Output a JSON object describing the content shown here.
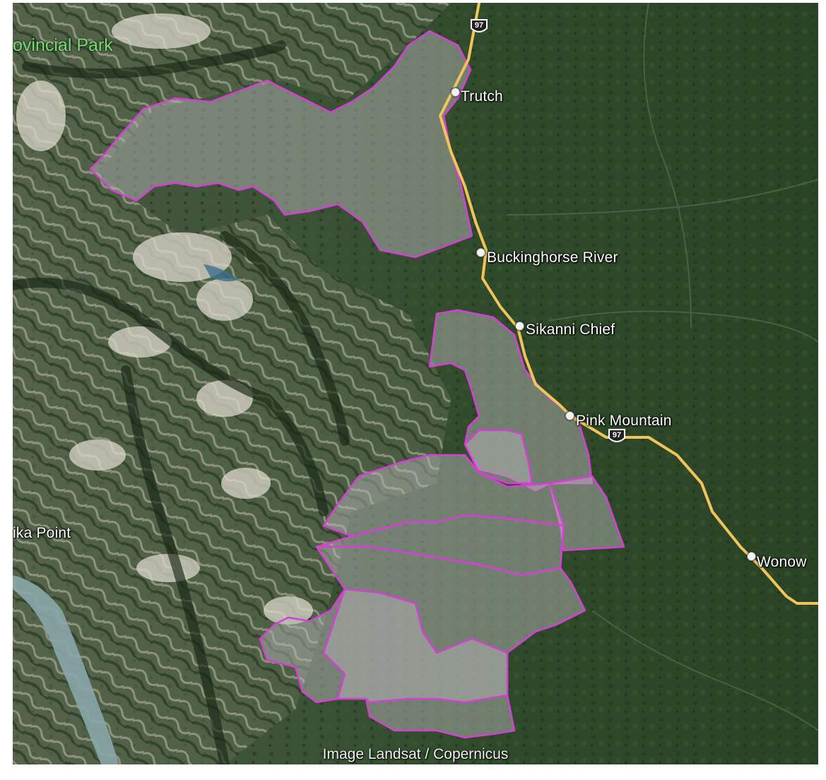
{
  "map": {
    "park_label": "ovincial Park",
    "attribution": "Image Landsat / Copernicus",
    "highway": {
      "number": "97",
      "color": "#f1c35a"
    },
    "places": [
      {
        "id": "trutch",
        "name": "Trutch"
      },
      {
        "id": "buckinghorse-river",
        "name": "Buckinghorse River"
      },
      {
        "id": "sikanni-chief",
        "name": "Sikanni Chief"
      },
      {
        "id": "pink-mountain",
        "name": "Pink Mountain"
      },
      {
        "id": "wonowon",
        "name": "Wonow"
      },
      {
        "id": "ika-point",
        "name": "ika Point"
      }
    ],
    "colors": {
      "boundary": "#d63fd6",
      "overlay": "#b3b3b3",
      "forest": "#2d4a26",
      "mountain": "#586a4e",
      "snow": "#d9d6cc",
      "river": "#8aa6a8"
    }
  }
}
